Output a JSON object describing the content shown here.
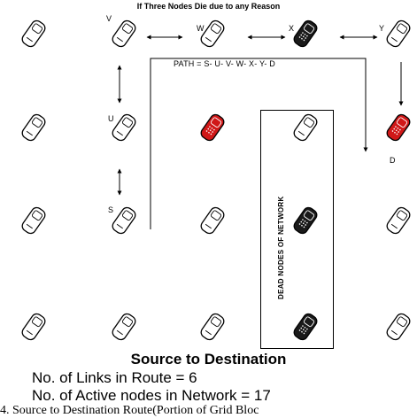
{
  "title": "If Three Nodes Die due to any Reason",
  "path_label": "PATH = S- U- V- W- X- Y- D",
  "dead_label": "DEAD NODES OF NETWORK",
  "heading": "Source to Destination",
  "stats": {
    "links": "No. of Links in Route = 6",
    "active": "No. of Active nodes in Network = 17"
  },
  "caption": "4.   Source to Destination Route(Portion of Grid Bloc",
  "node_labels": {
    "V": "V",
    "W": "W",
    "X": "X",
    "Y": "Y",
    "U": "U",
    "S": "S",
    "D": "D"
  },
  "colors": {
    "active": "#ffffff",
    "source_dest": "#d01818",
    "dead": "#1a1a1a"
  },
  "icon": "phone-icon"
}
